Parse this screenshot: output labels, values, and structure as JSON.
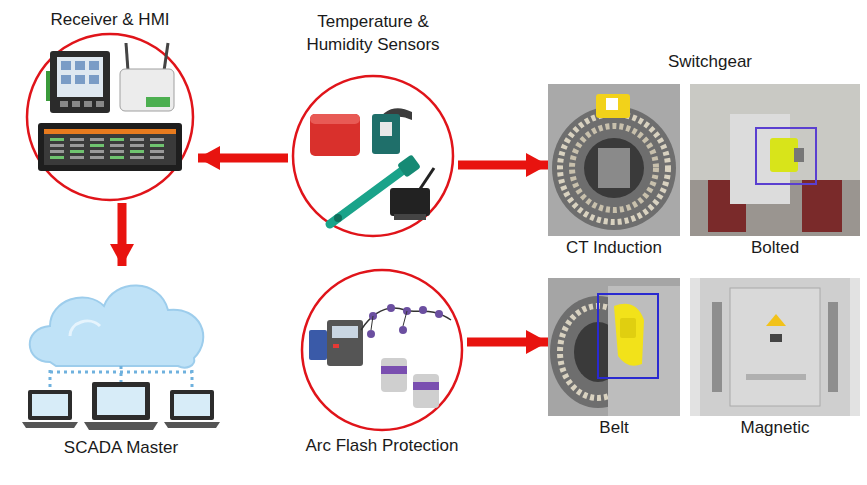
{
  "diagram": {
    "nodes": [
      {
        "text": [
          "Receiver & HMI"
        ]
      },
      {
        "text": [
          "Temperature & Humidity Sensors"
        ]
      },
      {
        "text": [
          "CT Induction"
        ]
      },
      {
        "text": [
          "Bolted"
        ]
      },
      {
        "text": [
          "SCADA Master"
        ]
      },
      {
        "text": [
          "Arc Flash Protection"
        ]
      },
      {
        "text": [
          "Belt"
        ]
      },
      {
        "text": [
          "Magnetic"
        ]
      }
    ],
    "edges": [
      {
        "from": 1,
        "to": 0,
        "arrow": "to"
      },
      {
        "from": 1,
        "to": 2,
        "arrow": "to"
      },
      {
        "from": 0,
        "to": 4,
        "arrow": "to"
      },
      {
        "from": 5,
        "to": 6,
        "arrow": "to"
      }
    ],
    "labels": [
      "Switchgear"
    ]
  }
}
